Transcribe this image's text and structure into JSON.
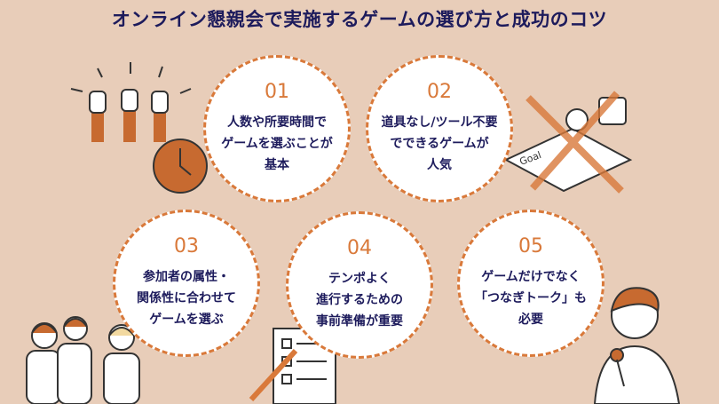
{
  "title": "オンライン懇親会で実施するゲームの選び方と成功のコツ",
  "items": [
    {
      "num": "01",
      "lines": [
        "人数や所要時間で",
        "ゲームを選ぶことが",
        "基本"
      ]
    },
    {
      "num": "02",
      "lines": [
        "道具なし/ツール不要",
        "でできるゲームが",
        "人気"
      ]
    },
    {
      "num": "03",
      "lines": [
        "参加者の属性・",
        "関係性に合わせて",
        "ゲームを選ぶ"
      ]
    },
    {
      "num": "04",
      "lines": [
        "テンポよく",
        "進行するための",
        "事前準備が重要"
      ]
    },
    {
      "num": "05",
      "lines": [
        "ゲームだけでなく",
        "「つなぎトーク」も",
        "必要"
      ]
    }
  ],
  "board_label": "Goal",
  "colors": {
    "background": "#e8cdb9",
    "accent": "#d9793a",
    "text": "#1d1b5c"
  }
}
